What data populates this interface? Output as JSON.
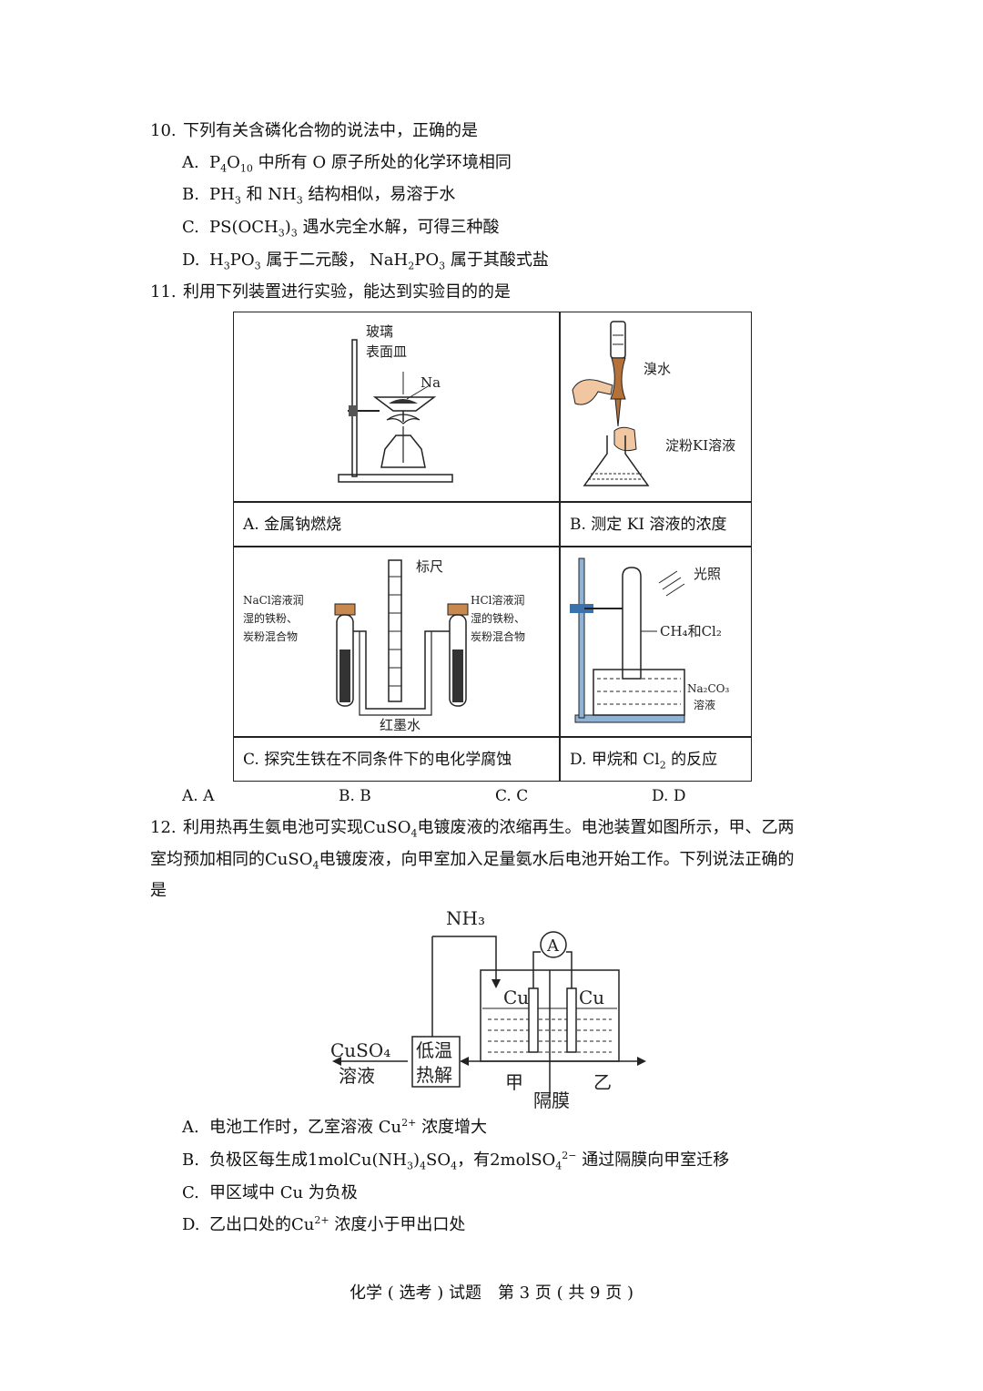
{
  "q10": {
    "num": "10.",
    "stem": "下列有关含磷化合物的说法中，正确的是",
    "A": {
      "label": "A.",
      "text": "中所有 O 原子所处的化学环境相同"
    },
    "B": {
      "label": "B.",
      "text": "结构相似，易溶于水"
    },
    "C": {
      "label": "C.",
      "text": "遇水完全水解，可得三种酸"
    },
    "D": {
      "label": "D.",
      "text_a": "属于二元酸，",
      "text_b": "属于其酸式盐"
    }
  },
  "q11": {
    "num": "11.",
    "stem": "利用下列装置进行实验，能达到实验目的的是",
    "cells": {
      "a": {
        "caption": "A.  金属钠燃烧",
        "label1": "玻璃",
        "label2": "表面皿",
        "label3": "Na"
      },
      "b": {
        "caption": "B.  测定 KI 溶液的浓度",
        "label1": "溴水",
        "label2": "淀粉KI溶液"
      },
      "c": {
        "caption": "C.  探究生铁在不同条件下的电化学腐蚀",
        "ruler": "标尺",
        "left1": "NaCl溶液润",
        "left2": "湿的铁粉、",
        "left3": "炭粉混合物",
        "right1": "HCl溶液润",
        "right2": "湿的铁粉、",
        "right3": "炭粉混合物",
        "bottom": "红墨水"
      },
      "d": {
        "caption_a": "D.  甲烷和 ",
        "caption_b": "的反应",
        "light": "光照",
        "gas": "CH₄和Cl₂",
        "sol1": "Na₂CO₃",
        "sol2": "溶液"
      }
    },
    "answers": {
      "A": "A.  A",
      "B": "B.  B",
      "C": "C.  C",
      "D": "D.  D"
    }
  },
  "q12": {
    "num": "12.",
    "stem_line1_a": "利用热再生氨电池可实现",
    "stem_line1_b": "电镀废液的浓缩再生。电池装置如图所示，甲、乙两",
    "stem_line2_a": "室均预加相同的",
    "stem_line2_b": "电镀废液，向甲室加入足量氨水后电池开始工作。下列说法正确的",
    "stem_line3": "是",
    "fig": {
      "nh3": "NH₃",
      "ammeter": "A",
      "cu_left": "Cu",
      "cu_right": "Cu",
      "out1": "CuSO₄",
      "out2": "溶液",
      "box1": "低温",
      "box2": "热解",
      "jia": "甲",
      "yi": "乙",
      "membrane": "隔膜"
    },
    "A": {
      "label": "A.",
      "text_a": "电池工作时，乙室溶液 ",
      "text_b": "浓度增大"
    },
    "B": {
      "label": "B.",
      "text_a": "负极区每生成",
      "text_b": "，有",
      "text_c": "通过隔膜向甲室迁移"
    },
    "C": {
      "label": "C.",
      "text": "甲区域中 Cu 为负极"
    },
    "D": {
      "label": "D.",
      "text_a": "乙出口处的",
      "text_b": "浓度小于甲出口处"
    }
  },
  "footer": "化学 ( 选考 ) 试题　第 3 页 ( 共 9 页 )"
}
